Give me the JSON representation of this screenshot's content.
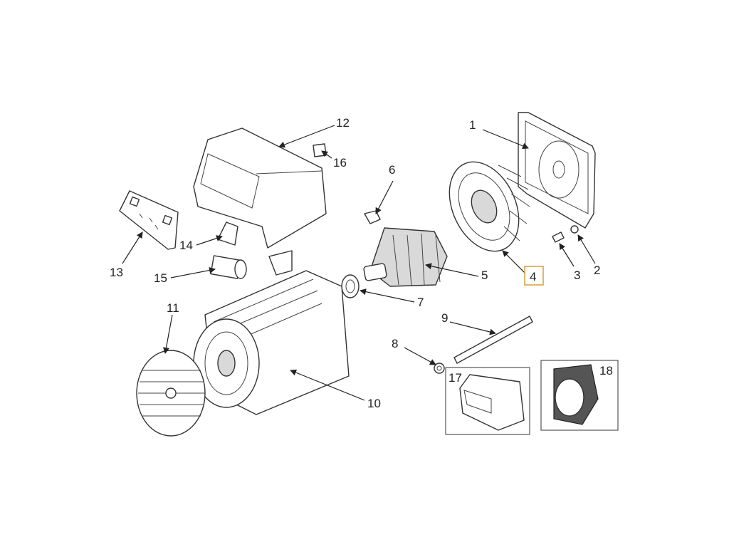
{
  "callouts": {
    "c1": "1",
    "c2": "2",
    "c3": "3",
    "c4": "4",
    "c5": "5",
    "c6": "6",
    "c7": "7",
    "c8": "8",
    "c9": "9",
    "c10": "10",
    "c11": "11",
    "c12": "12",
    "c13": "13",
    "c14": "14",
    "c15": "15",
    "c16": "16",
    "c17": "17",
    "c18": "18"
  },
  "highlighted_callout": "4",
  "colors": {
    "line": "#333333",
    "highlight": "#d9a441",
    "fill_dark": "#555555"
  }
}
